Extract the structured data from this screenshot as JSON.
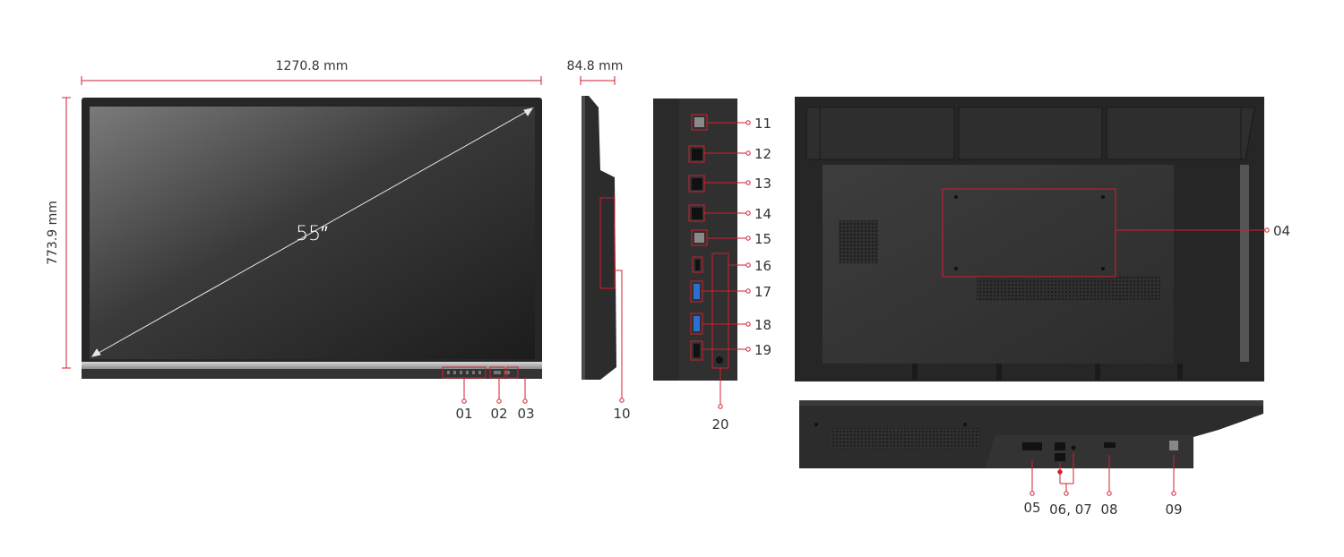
{
  "dimensions": {
    "width": "1270.8 mm",
    "height": "773.9 mm",
    "depth": "84.8 mm",
    "diagonal": "55″"
  },
  "callouts": {
    "c01": "01",
    "c02": "02",
    "c03": "03",
    "c04": "04",
    "c05": "05",
    "c0607": "06, 07",
    "c08": "08",
    "c09": "09",
    "c10": "10",
    "c11": "11",
    "c12": "12",
    "c13": "13",
    "c14": "14",
    "c15": "15",
    "c16": "16",
    "c17": "17",
    "c18": "18",
    "c19": "19",
    "c20": "20"
  },
  "colors": {
    "accent": "#d0202e",
    "device": "#2e2e2e",
    "port_usb3": "#2a6fd6"
  }
}
